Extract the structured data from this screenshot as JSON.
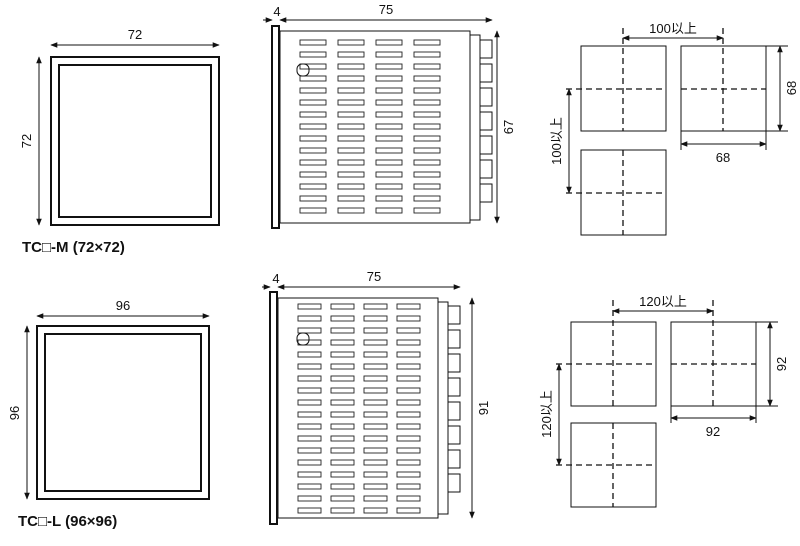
{
  "models": [
    {
      "title": "TC□-M (72×72)",
      "front": {
        "width": "72",
        "height": "72"
      },
      "side": {
        "bezel": "4",
        "depth": "75",
        "height": "67"
      },
      "cutout": {
        "pitch_h": "100以上",
        "pitch_v": "100以上",
        "width": "68",
        "height": "68"
      }
    },
    {
      "title": "TC□-L (96×96)",
      "front": {
        "width": "96",
        "height": "96"
      },
      "side": {
        "bezel": "4",
        "depth": "75",
        "height": "91"
      },
      "cutout": {
        "pitch_h": "120以上",
        "pitch_v": "120以上",
        "width": "92",
        "height": "92"
      }
    }
  ],
  "colors": {
    "line": "#111111",
    "background": "#ffffff"
  }
}
